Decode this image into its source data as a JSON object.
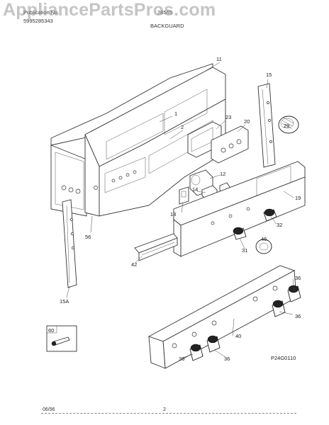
{
  "header": {
    "publication_label": "Publication No.",
    "publication_number": "5995285343",
    "model": "28565",
    "section_title": "BACKGUARD"
  },
  "watermark": "AppliancePartsPros.com",
  "diagram_code": "P24G0110",
  "footer": {
    "date": "06/96",
    "page": "2"
  },
  "callouts": [
    "11",
    "15",
    "1",
    "2",
    "23",
    "20",
    "29",
    "12",
    "14",
    "19",
    "13",
    "32",
    "56",
    "46",
    "31",
    "42",
    "15A",
    "36",
    "60",
    "40"
  ]
}
